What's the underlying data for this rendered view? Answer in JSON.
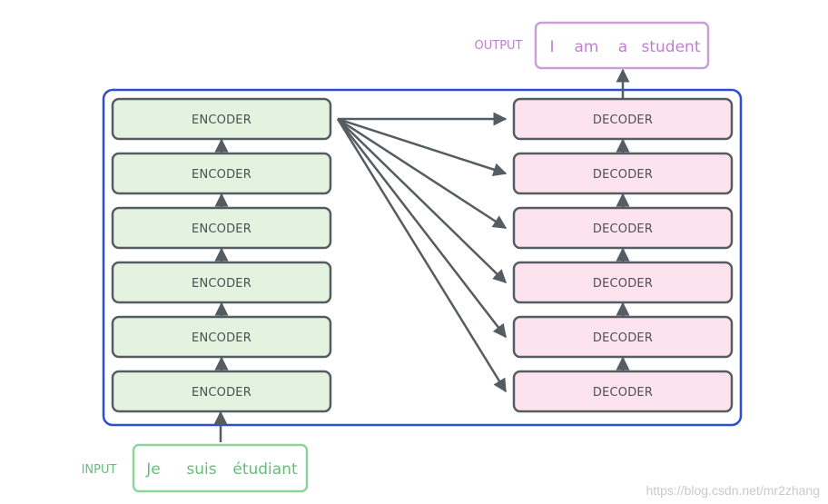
{
  "input": {
    "label": "INPUT",
    "words": [
      "Je",
      "suis",
      "étudiant"
    ]
  },
  "output": {
    "label": "OUTPUT",
    "words": [
      "I",
      "am",
      "a",
      "student"
    ]
  },
  "encoders": [
    "ENCODER",
    "ENCODER",
    "ENCODER",
    "ENCODER",
    "ENCODER",
    "ENCODER"
  ],
  "decoders": [
    "DECODER",
    "DECODER",
    "DECODER",
    "DECODER",
    "DECODER",
    "DECODER"
  ],
  "watermark": "https://blog.csdn.net/mr2zhang",
  "colors": {
    "container_border": "#2d4fd6",
    "encoder_fill": "#e3f3df",
    "decoder_fill": "#fde3ee",
    "box_border": "#555d63",
    "arrow": "#555d63",
    "input_accent": "#62bf7a",
    "output_accent": "#bf7fd0"
  }
}
